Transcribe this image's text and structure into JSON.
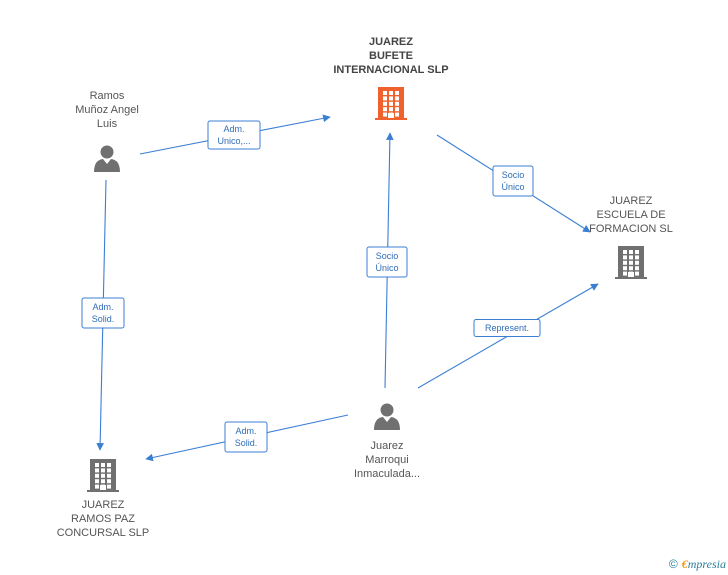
{
  "colors": {
    "edge": "#3b7fd4",
    "company_main": "#f0622d",
    "company": "#707070",
    "person": "#707070"
  },
  "nodes": [
    {
      "id": "bufete",
      "type": "company",
      "main": true,
      "icon": "building-icon",
      "label_lines": [
        "JUAREZ",
        "BUFETE",
        "INTERNACIONAL SLP"
      ]
    },
    {
      "id": "ramos",
      "type": "person",
      "icon": "person-icon",
      "label_lines": [
        "Ramos",
        "Muñoz Angel",
        "Luis"
      ]
    },
    {
      "id": "escuela",
      "type": "company",
      "icon": "building-icon",
      "label_lines": [
        "JUAREZ",
        "ESCUELA DE",
        "FORMACION SL"
      ]
    },
    {
      "id": "marroqui",
      "type": "person",
      "icon": "person-icon",
      "label_lines": [
        "Juarez",
        "Marroqui",
        "Inmaculada..."
      ]
    },
    {
      "id": "concursal",
      "type": "company",
      "icon": "building-icon",
      "label_lines": [
        "JUAREZ",
        "RAMOS PAZ",
        "CONCURSAL SLP"
      ]
    }
  ],
  "edges": [
    {
      "id": "e1",
      "label_lines": [
        "Adm.",
        "Unico,..."
      ]
    },
    {
      "id": "e2",
      "label_lines": [
        "Socio",
        "Único"
      ]
    },
    {
      "id": "e3",
      "label_lines": [
        "Socio",
        "Único"
      ]
    },
    {
      "id": "e4",
      "label_lines": [
        "Represent."
      ]
    },
    {
      "id": "e5",
      "label_lines": [
        "Adm.",
        "Solid."
      ]
    },
    {
      "id": "e6",
      "label_lines": [
        "Adm.",
        "Solid."
      ]
    }
  ],
  "footer": {
    "copyright": "©",
    "brand_first": "€",
    "brand_rest": "mpresia"
  }
}
